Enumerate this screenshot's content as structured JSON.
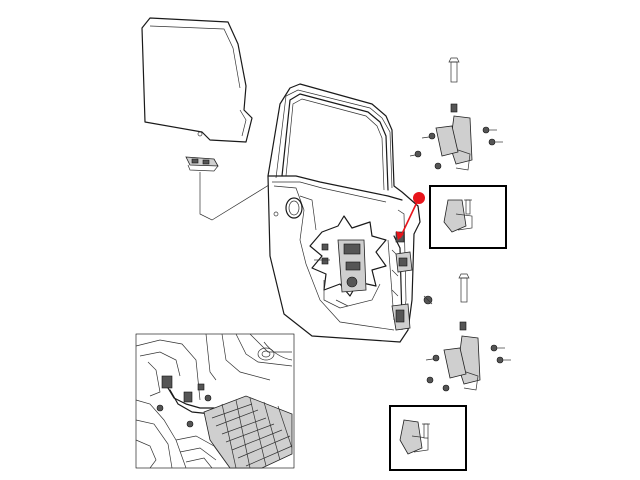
{
  "diagram": {
    "marker_color": "#e8141b",
    "line_color": "#1a1a1a",
    "background": "#ffffff",
    "parts": [
      "door-glass",
      "glass-channel-bracket",
      "door-shell",
      "window-regulator",
      "door-latch",
      "upper-hinge",
      "lower-hinge",
      "hinge-pin",
      "body-wiring-inset"
    ]
  }
}
